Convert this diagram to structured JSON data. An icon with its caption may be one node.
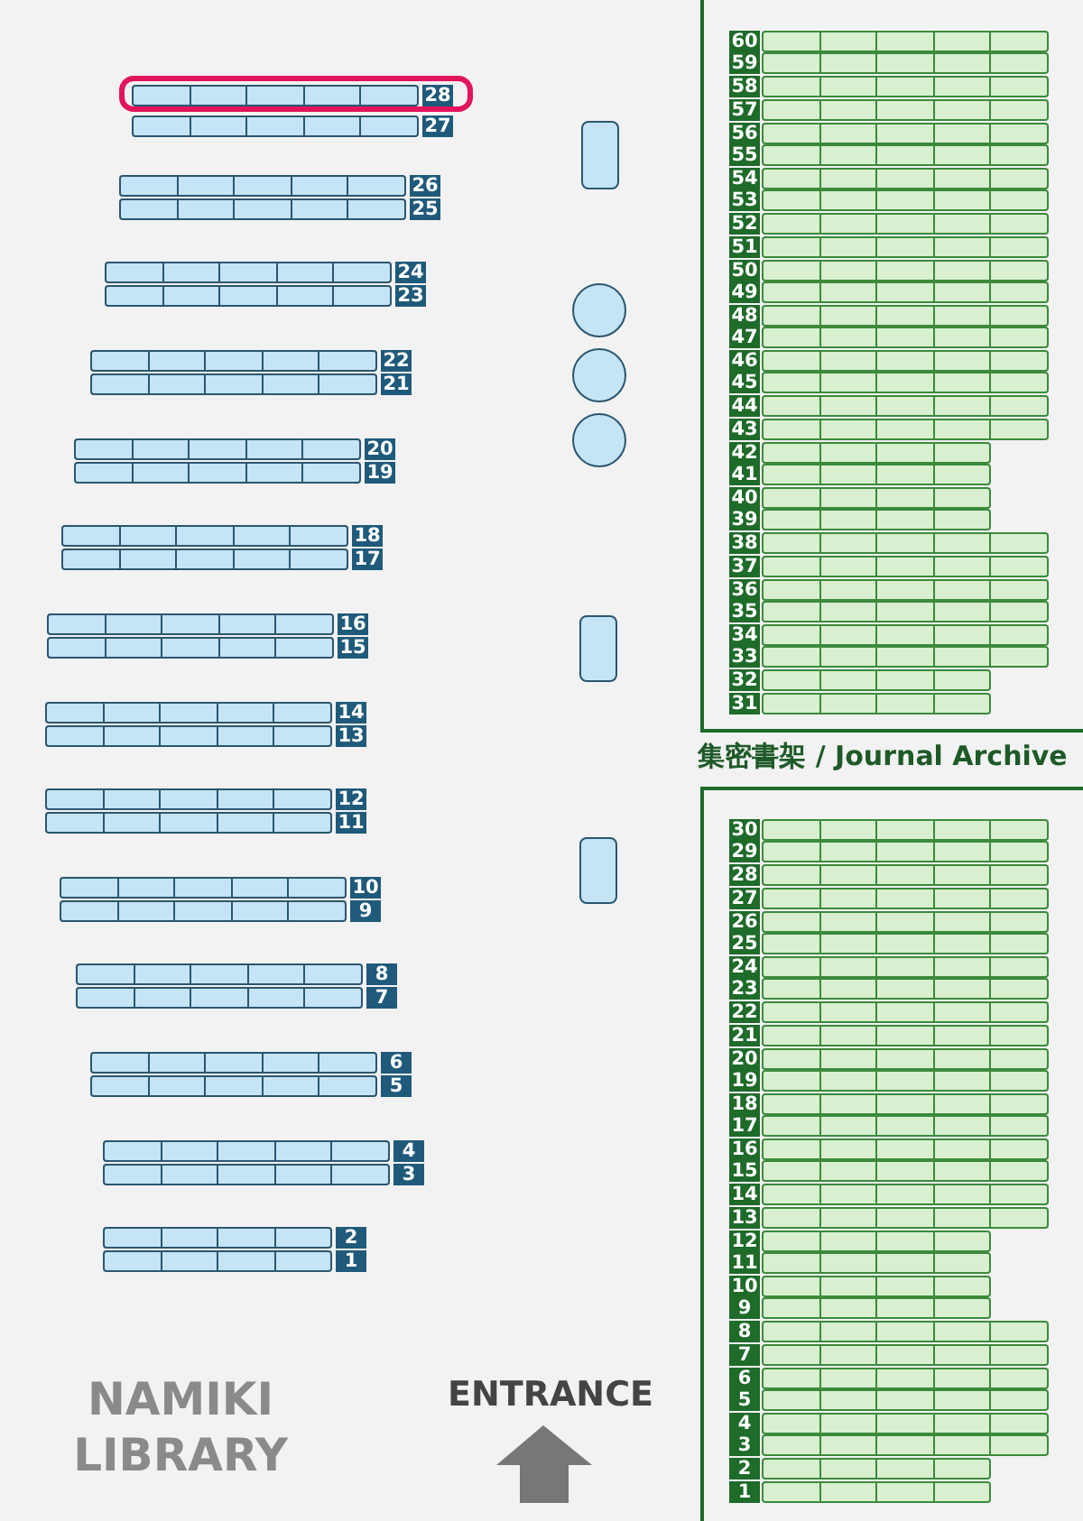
{
  "diagram": {
    "title": "NAMIKI LIBRARY",
    "nodes": [
      {
        "text": [
          "28"
        ]
      },
      {
        "text": [
          "27"
        ]
      },
      {
        "text": [
          "26"
        ]
      },
      {
        "text": [
          "25"
        ]
      },
      {
        "text": [
          "24"
        ]
      },
      {
        "text": [
          "23"
        ]
      },
      {
        "text": [
          "22"
        ]
      },
      {
        "text": [
          "21"
        ]
      },
      {
        "text": [
          "20"
        ]
      },
      {
        "text": [
          "19"
        ]
      },
      {
        "text": [
          "18"
        ]
      },
      {
        "text": [
          "17"
        ]
      },
      {
        "text": [
          "16"
        ]
      },
      {
        "text": [
          "15"
        ]
      },
      {
        "text": [
          "14"
        ]
      },
      {
        "text": [
          "13"
        ]
      },
      {
        "text": [
          "12"
        ]
      },
      {
        "text": [
          "11"
        ]
      },
      {
        "text": [
          "10"
        ]
      },
      {
        "text": [
          "9"
        ]
      },
      {
        "text": [
          "8"
        ]
      },
      {
        "text": [
          "7"
        ]
      },
      {
        "text": [
          "6"
        ]
      },
      {
        "text": [
          "5"
        ]
      },
      {
        "text": [
          "4"
        ]
      },
      {
        "text": [
          "3"
        ]
      },
      {
        "text": [
          "2"
        ]
      },
      {
        "text": [
          "1"
        ]
      },
      {
        "text": [],
        "shape": "box"
      },
      {
        "text": [],
        "shape": "circle"
      },
      {
        "text": [],
        "shape": "circle"
      },
      {
        "text": [],
        "shape": "circle"
      },
      {
        "text": [],
        "shape": "box"
      },
      {
        "text": [],
        "shape": "box"
      },
      {
        "text": [
          "60"
        ]
      },
      {
        "text": [
          "59"
        ]
      },
      {
        "text": [
          "58"
        ]
      },
      {
        "text": [
          "57"
        ]
      },
      {
        "text": [
          "56"
        ]
      },
      {
        "text": [
          "55"
        ]
      },
      {
        "text": [
          "54"
        ]
      },
      {
        "text": [
          "53"
        ]
      },
      {
        "text": [
          "52"
        ]
      },
      {
        "text": [
          "51"
        ]
      },
      {
        "text": [
          "50"
        ]
      },
      {
        "text": [
          "49"
        ]
      },
      {
        "text": [
          "48"
        ]
      },
      {
        "text": [
          "47"
        ]
      },
      {
        "text": [
          "46"
        ]
      },
      {
        "text": [
          "45"
        ]
      },
      {
        "text": [
          "44"
        ]
      },
      {
        "text": [
          "43"
        ]
      },
      {
        "text": [
          "42"
        ]
      },
      {
        "text": [
          "41"
        ]
      },
      {
        "text": [
          "40"
        ]
      },
      {
        "text": [
          "39"
        ]
      },
      {
        "text": [
          "38"
        ]
      },
      {
        "text": [
          "37"
        ]
      },
      {
        "text": [
          "36"
        ]
      },
      {
        "text": [
          "35"
        ]
      },
      {
        "text": [
          "34"
        ]
      },
      {
        "text": [
          "33"
        ]
      },
      {
        "text": [
          "32"
        ]
      },
      {
        "text": [
          "31"
        ]
      },
      {
        "text": [
          "30"
        ]
      },
      {
        "text": [
          "29"
        ]
      },
      {
        "text": [
          "28"
        ]
      },
      {
        "text": [
          "27"
        ]
      },
      {
        "text": [
          "26"
        ]
      },
      {
        "text": [
          "25"
        ]
      },
      {
        "text": [
          "24"
        ]
      },
      {
        "text": [
          "23"
        ]
      },
      {
        "text": [
          "22"
        ]
      },
      {
        "text": [
          "21"
        ]
      },
      {
        "text": [
          "20"
        ]
      },
      {
        "text": [
          "19"
        ]
      },
      {
        "text": [
          "18"
        ]
      },
      {
        "text": [
          "17"
        ]
      },
      {
        "text": [
          "16"
        ]
      },
      {
        "text": [
          "15"
        ]
      },
      {
        "text": [
          "14"
        ]
      },
      {
        "text": [
          "13"
        ]
      },
      {
        "text": [
          "12"
        ]
      },
      {
        "text": [
          "11"
        ]
      },
      {
        "text": [
          "10"
        ]
      },
      {
        "text": [
          "9"
        ]
      },
      {
        "text": [
          "8"
        ]
      },
      {
        "text": [
          "7"
        ]
      },
      {
        "text": [
          "6"
        ]
      },
      {
        "text": [
          "5"
        ]
      },
      {
        "text": [
          "4"
        ]
      },
      {
        "text": [
          "3"
        ]
      },
      {
        "text": [
          "2"
        ]
      },
      {
        "text": [
          "1"
        ]
      }
    ],
    "labels": [
      "集密書架 / Journal Archive",
      "ENTRANCE"
    ]
  }
}
